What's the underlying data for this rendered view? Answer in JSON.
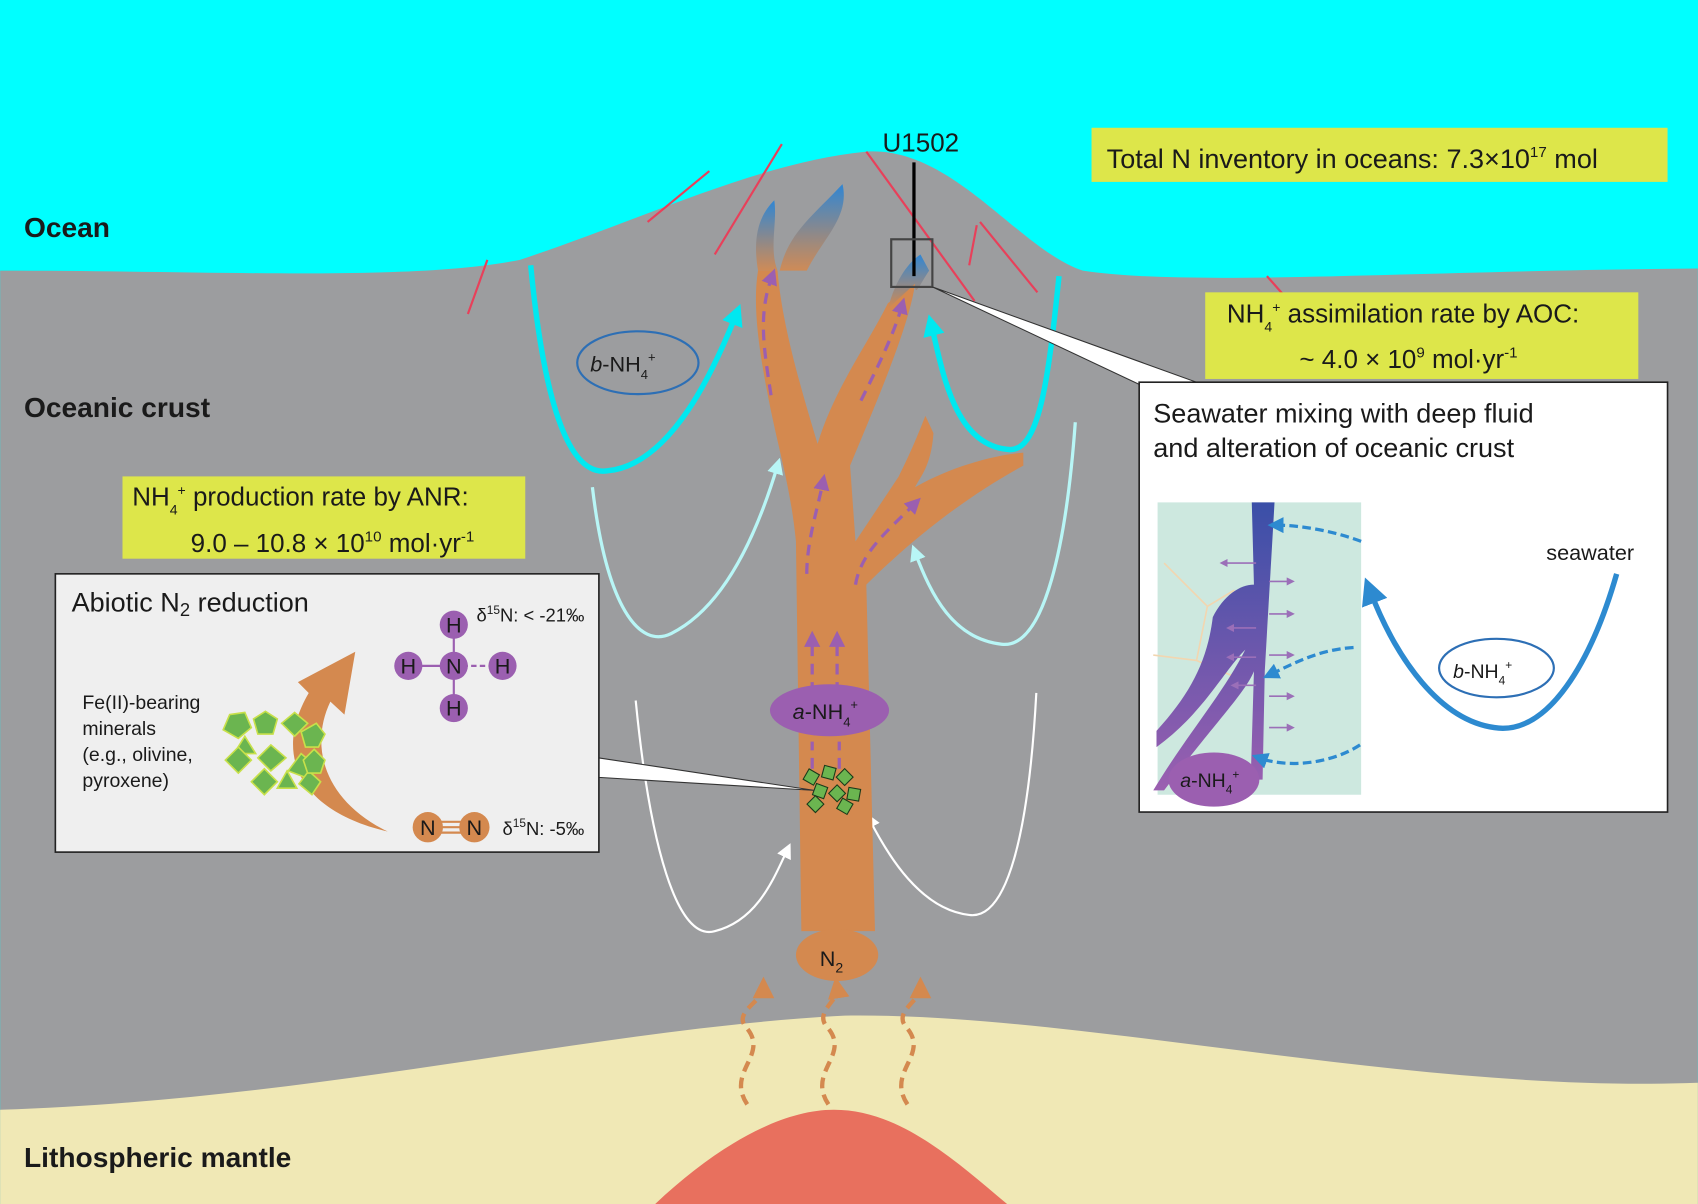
{
  "layers": {
    "ocean": "Ocean",
    "crust": "Oceanic crust",
    "mantle": "Lithospheric mantle"
  },
  "site": "U1502",
  "callouts": {
    "inventory": {
      "label": "Total N inventory in oceans: 7.3×10",
      "exp": "17",
      "unit": " mol"
    },
    "assimilation": {
      "line1a": "NH",
      "line1b": "4",
      "line1c": "+",
      "line1d": " assimilation rate by AOC:",
      "line2a": "~ 4.0 × 10",
      "line2b": "9",
      "line2c": " mol·yr",
      "line2d": "-1"
    },
    "production": {
      "line1a": "NH",
      "line1b": "4",
      "line1c": "+",
      "line1d": " production rate by ANR:",
      "line2a": "9.0 – 10.8 × 10",
      "line2b": "10",
      "line2c": " mol·yr",
      "line2d": "-1"
    }
  },
  "species": {
    "b_nh4": {
      "prefix": "b",
      "main": "-NH",
      "sub": "4",
      "sup": "+"
    },
    "a_nh4": {
      "prefix": "a",
      "main": "-NH",
      "sub": "4",
      "sup": "+"
    },
    "n2": {
      "main": "N",
      "sub": "2"
    }
  },
  "abiotic_box": {
    "title_a": "Abiotic N",
    "title_sub": "2",
    "title_b": " reduction",
    "minerals": [
      "Fe(II)-bearing",
      "minerals",
      "(e.g., olivine,",
      "pyroxene)"
    ],
    "nh4_delta": {
      "d": "δ",
      "sup": "15",
      "rest": "N: < -21‰"
    },
    "n2_delta": {
      "d": "δ",
      "sup": "15",
      "rest": "N: -5‰"
    },
    "atom_h": "H",
    "atom_n": "N"
  },
  "mixing_box": {
    "title1": "Seawater mixing with deep fluid",
    "title2": "and alteration of oceanic crust",
    "seawater": "seawater"
  },
  "colors": {
    "ocean": "#00ffff",
    "crust": "#9c9d9f",
    "mantle": "#f0e8b5",
    "melt": "#e8705e",
    "conduit": "#d4894f",
    "label_bg": "#dde64a",
    "ammonium": "#9b5fb0",
    "seawater_arrow": "#2d8ad0"
  }
}
